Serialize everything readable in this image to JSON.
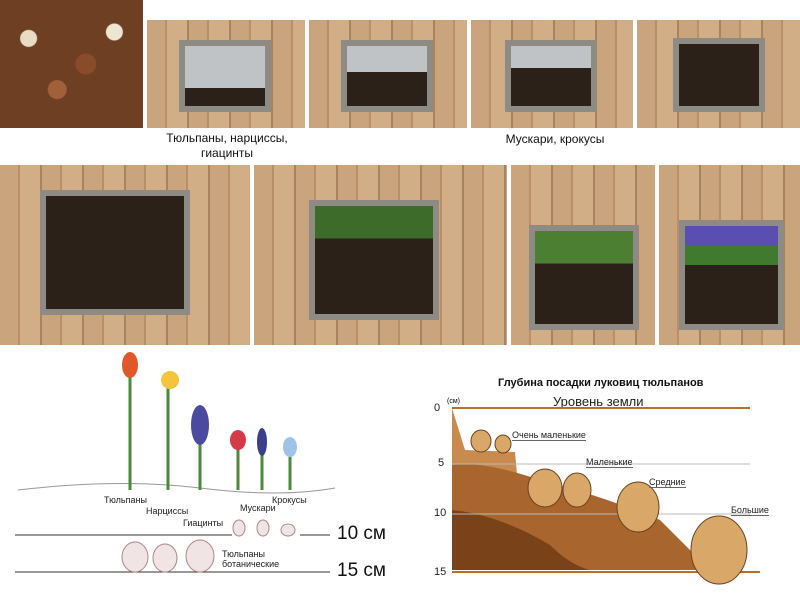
{
  "captions": {
    "group1": "Тюльпаны, нарциссы, гиацинты",
    "group2": "Мускари, крокусы"
  },
  "left_diagram": {
    "labels": [
      "Тюльпаны",
      "Нарциссы",
      "Гиацинты",
      "Мускари",
      "Крокусы",
      "Тюльпаны ботанические"
    ],
    "depth_10": "10 см",
    "depth_15": "15 см"
  },
  "right_diagram": {
    "title": "Глубина посадки луковиц тюльпанов",
    "unit": "(см)",
    "ground_level": "Уровень земли",
    "ticks": [
      "0",
      "5",
      "10",
      "15"
    ],
    "sizes": [
      "Очень маленькие",
      "Маленькие",
      "Средние",
      "Большие"
    ]
  },
  "colors": {
    "soil_light": "#c98a4e",
    "soil_mid": "#a8652e",
    "soil_dark": "#7a4218",
    "bulb": "#d9a868"
  }
}
